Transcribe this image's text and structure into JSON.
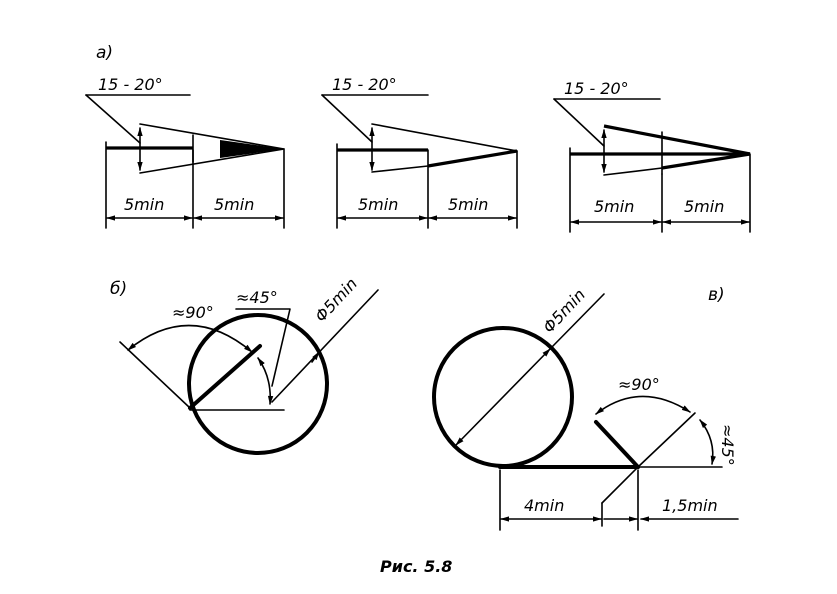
{
  "figure": {
    "caption": "Рис. 5.8",
    "panels": [
      {
        "id": "a",
        "label": "а)",
        "variants": [
          {
            "angle_label": "15 - 20°",
            "dim_left": "5min",
            "dim_right": "5min"
          },
          {
            "angle_label": "15 - 20°",
            "dim_left": "5min",
            "dim_right": "5min"
          },
          {
            "angle_label": "15 - 20°",
            "dim_left": "5min",
            "dim_right": "5min"
          }
        ]
      },
      {
        "id": "b",
        "label": "б)",
        "angle_90": "≈90°",
        "angle_45": "≈45°",
        "diameter": "Φ5min"
      },
      {
        "id": "v",
        "label": "в)",
        "diameter": "Φ5min",
        "angle_90": "≈90°",
        "angle_45": "≈45°",
        "dim_left": "4min",
        "dim_right": "1,5min"
      }
    ]
  }
}
